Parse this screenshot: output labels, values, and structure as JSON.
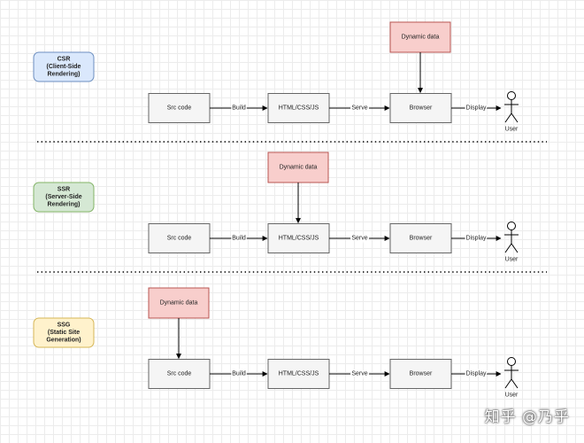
{
  "rows": [
    {
      "label": [
        "CSR",
        "(Client-Side",
        "Rendering)"
      ],
      "label_color": {
        "fill": "#dae8fc",
        "stroke": "#6c8ebf"
      },
      "dynamic_position": "browser",
      "nodes": {
        "src": "Src code",
        "html": "HTML/CSS/JS",
        "browser": "Browser",
        "dynamic": "Dynamic data",
        "user": "User"
      },
      "edges": {
        "build": "Build",
        "serve": "Serve",
        "display": "Display"
      }
    },
    {
      "label": [
        "SSR",
        "(Server-Side",
        "Rendering)"
      ],
      "label_color": {
        "fill": "#d5e8d4",
        "stroke": "#82b366"
      },
      "dynamic_position": "html",
      "nodes": {
        "src": "Src code",
        "html": "HTML/CSS/JS",
        "browser": "Browser",
        "dynamic": "Dynamic data",
        "user": "User"
      },
      "edges": {
        "build": "Build",
        "serve": "Serve",
        "display": "Display"
      }
    },
    {
      "label": [
        "SSG",
        "(Static Site",
        "Generation)"
      ],
      "label_color": {
        "fill": "#fff2cc",
        "stroke": "#d6b656"
      },
      "dynamic_position": "src",
      "nodes": {
        "src": "Src code",
        "html": "HTML/CSS/JS",
        "browser": "Browser",
        "dynamic": "Dynamic data",
        "user": "User"
      },
      "edges": {
        "build": "Build",
        "serve": "Serve",
        "display": "Display"
      }
    }
  ],
  "style": {
    "node_fill": "#f5f5f5",
    "node_stroke": "#666666",
    "dynamic_fill": "#f8cecc",
    "dynamic_stroke": "#b85450",
    "line_color": "#000000"
  },
  "watermark": "知乎 @乃乎"
}
